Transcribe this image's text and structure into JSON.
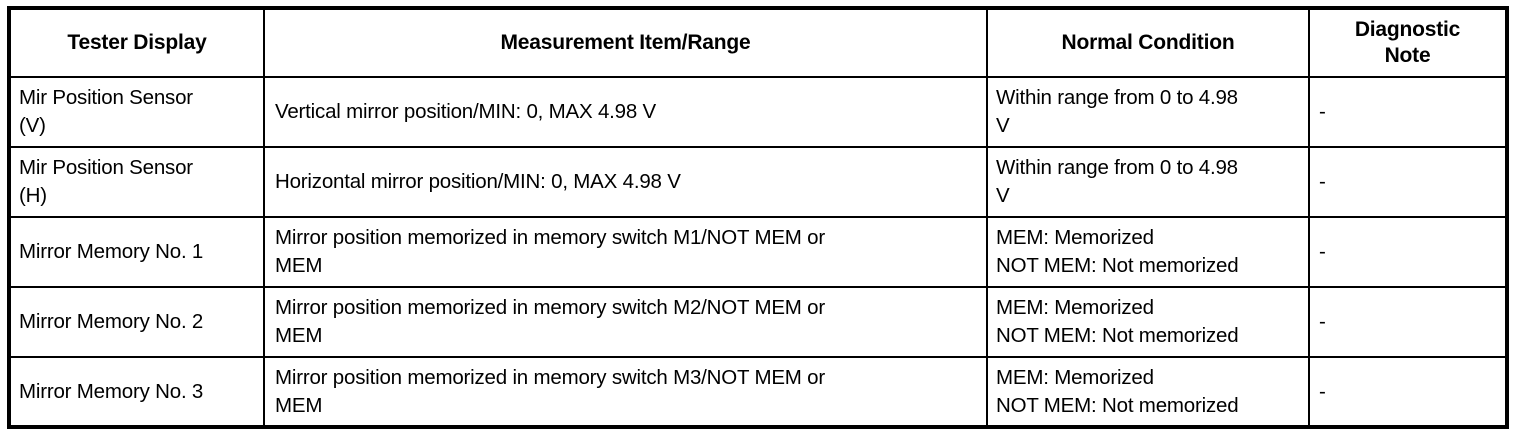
{
  "table": {
    "columns": [
      {
        "id": "tester",
        "label": "Tester Display"
      },
      {
        "id": "measure",
        "label": "Measurement Item/Range"
      },
      {
        "id": "normal",
        "label": "Normal Condition"
      },
      {
        "id": "note",
        "label": "Diagnostic\nNote"
      }
    ],
    "rows": [
      {
        "tester": "Mir Position Sensor\n(V)",
        "measure": "Vertical mirror position/MIN: 0, MAX 4.98 V",
        "normal": "Within range from 0 to 4.98\nV",
        "note": "-"
      },
      {
        "tester": "Mir Position Sensor\n(H)",
        "measure": "Horizontal mirror position/MIN: 0, MAX 4.98 V",
        "normal": "Within range from 0 to 4.98\nV",
        "note": "-"
      },
      {
        "tester": "Mirror Memory No. 1",
        "measure": "Mirror position memorized in memory switch M1/NOT MEM or\nMEM",
        "normal": "MEM: Memorized\nNOT MEM: Not memorized",
        "note": "-"
      },
      {
        "tester": "Mirror Memory No. 2",
        "measure": "Mirror position memorized in memory switch M2/NOT MEM or\nMEM",
        "normal": "MEM: Memorized\nNOT MEM: Not memorized",
        "note": "-"
      },
      {
        "tester": "Mirror Memory No. 3",
        "measure": "Mirror position memorized in memory switch M3/NOT MEM or\nMEM",
        "normal": "MEM: Memorized\nNOT MEM: Not memorized",
        "note": "-"
      }
    ]
  },
  "colors": {
    "border": "#000000",
    "text": "#000000",
    "background": "#ffffff"
  }
}
